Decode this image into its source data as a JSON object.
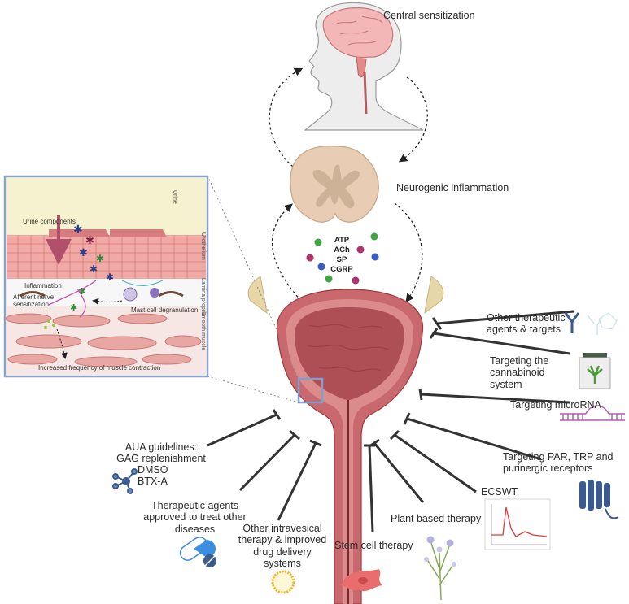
{
  "figure": {
    "central_sensitization": "Central sensitization",
    "neurogenic_inflammation": "Neurogenic inflammation",
    "mediators": [
      "ATP",
      "ACh",
      "SP",
      "CGRP"
    ],
    "inset": {
      "layers": [
        "Urine",
        "Urothelium",
        "Lamina propria",
        "Smooth muscle"
      ],
      "urine_components": "Urine components",
      "inflammation": "Inflammation",
      "afferent_nerve": "Afferent nerve sensitization",
      "mast_cell": "Mast cell degranulation",
      "muscle_contraction": "Increased frequency of muscle contraction"
    },
    "therapies": {
      "other_agents": "Other therapeutic agents & targets",
      "cannabinoid": "Targeting the cannabinoid system",
      "microrna": "Targeting microRNA",
      "par_trp": "Targeting PAR, TRP and purinergic receptors",
      "ecswt": "ECSWT",
      "plant": "Plant based therapy",
      "stem_cell": "Stem cell therapy",
      "intravesical": "Other intravesical therapy & improved drug delivery systems",
      "approved_agents": "Therapeutic agents approved to treat other diseases",
      "aua_title": "AUA guidelines:",
      "aua_items": [
        "GAG replenishment",
        "DMSO",
        "BTX-A"
      ]
    }
  }
}
